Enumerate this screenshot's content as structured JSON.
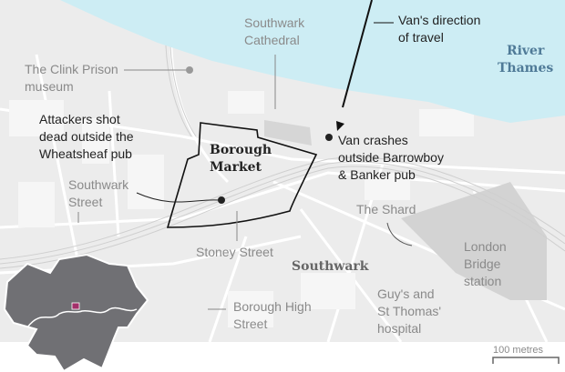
{
  "labels": {
    "cathedral": [
      "Southwark",
      "Cathedral"
    ],
    "van_direction": [
      "Van's direction",
      "of travel"
    ],
    "river": [
      "River",
      "Thames"
    ],
    "clink": [
      "The Clink Prison",
      "museum"
    ],
    "attackers": [
      "Attackers shot",
      "dead outside the",
      "Wheatsheaf pub"
    ],
    "borough_market": [
      "Borough",
      "Market"
    ],
    "van_crash": [
      "Van crashes",
      "outside Barrowboy",
      "& Banker pub"
    ],
    "southwark_street": [
      "Southwark",
      "Street"
    ],
    "shard": "The Shard",
    "stoney": "Stoney Street",
    "southwark": "Southwark",
    "london_bridge": [
      "London",
      "Bridge",
      "station"
    ],
    "guys": [
      "Guy's and",
      "St Thomas'",
      "hospital"
    ],
    "borough_high": [
      "Borough High",
      "Street"
    ],
    "scale": "100 metres"
  },
  "colors": {
    "river": "#cdedf4",
    "land": "#ececec",
    "highlight": "#a3306a",
    "inset": "#707074"
  }
}
